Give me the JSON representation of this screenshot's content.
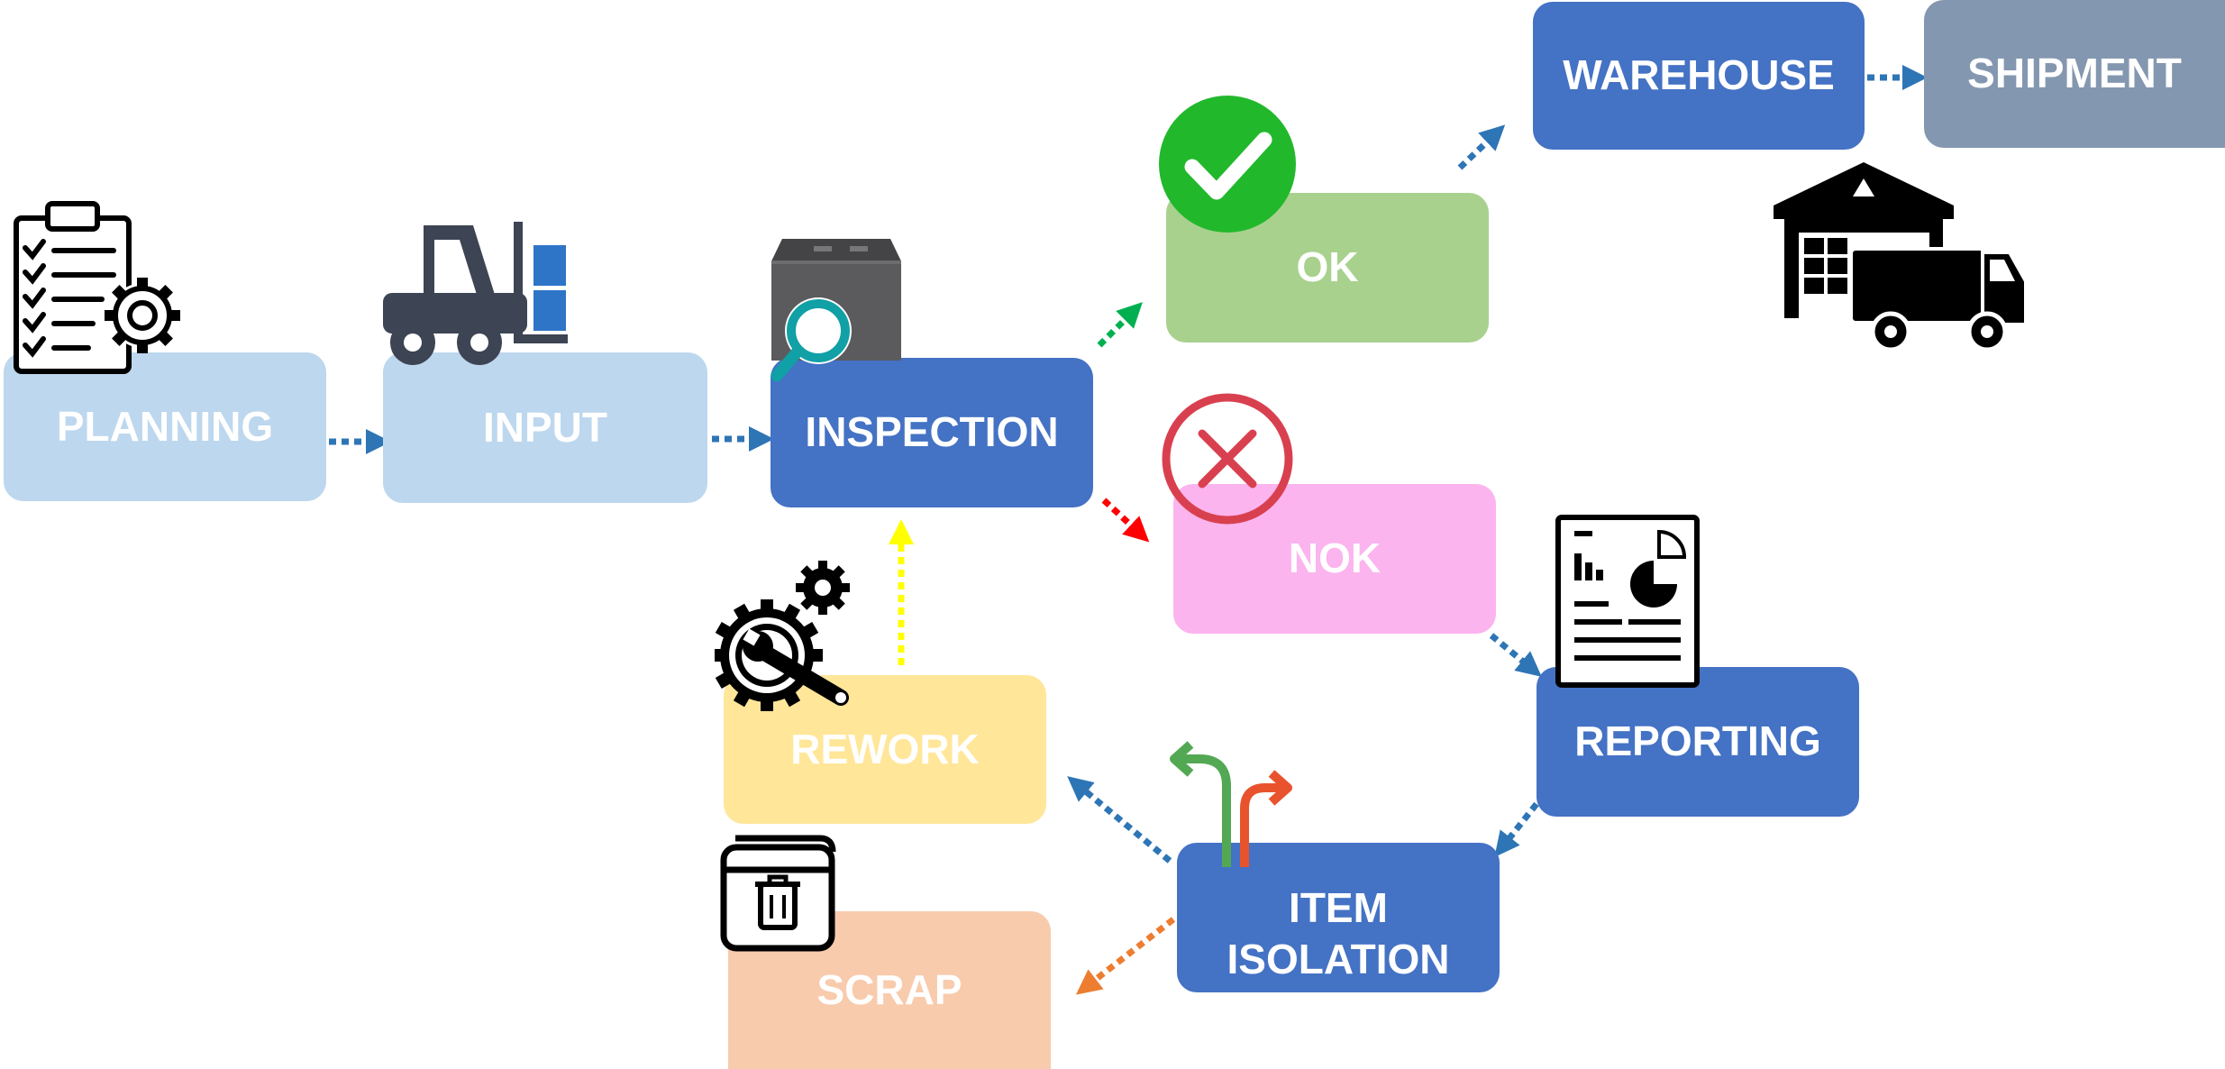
{
  "colors": {
    "dark_blue": "#4472c4",
    "light_blue": "#bdd7ee",
    "green": "#a9d18e",
    "pink": "#fbb4ee",
    "yellow": "#ffe699",
    "orange": "#f8cbad",
    "gray": "#8497b0",
    "arrow_blue": "#2e75b6",
    "arrow_green": "#00b050",
    "arrow_red": "#ff0000",
    "arrow_yellow": "#ffff00",
    "arrow_orange": "#ed7d31",
    "ok_icon_green": "#22b82c",
    "nok_icon_red": "#d9404f"
  },
  "nodes": {
    "planning": "PLANNING",
    "input": "INPUT",
    "inspection": "INSPECTION",
    "ok": "OK",
    "nok": "NOK",
    "warehouse": "WAREHOUSE",
    "shipment": "SHIPMENT",
    "reporting": "REPORTING",
    "item_isolation_line1": "ITEM",
    "item_isolation_line2": "ISOLATION",
    "rework": "REWORK",
    "scrap": "SCRAP"
  },
  "icons": {
    "planning": "clipboard-gear-icon",
    "input": "forklift-icon",
    "inspection": "box-magnifier-icon",
    "ok": "check-circle-icon",
    "nok": "x-circle-icon",
    "warehouse": "warehouse-truck-icon",
    "reporting": "report-document-icon",
    "rework": "gear-wrench-icon",
    "item_isolation": "split-arrows-icon",
    "scrap": "trash-bin-icon"
  }
}
